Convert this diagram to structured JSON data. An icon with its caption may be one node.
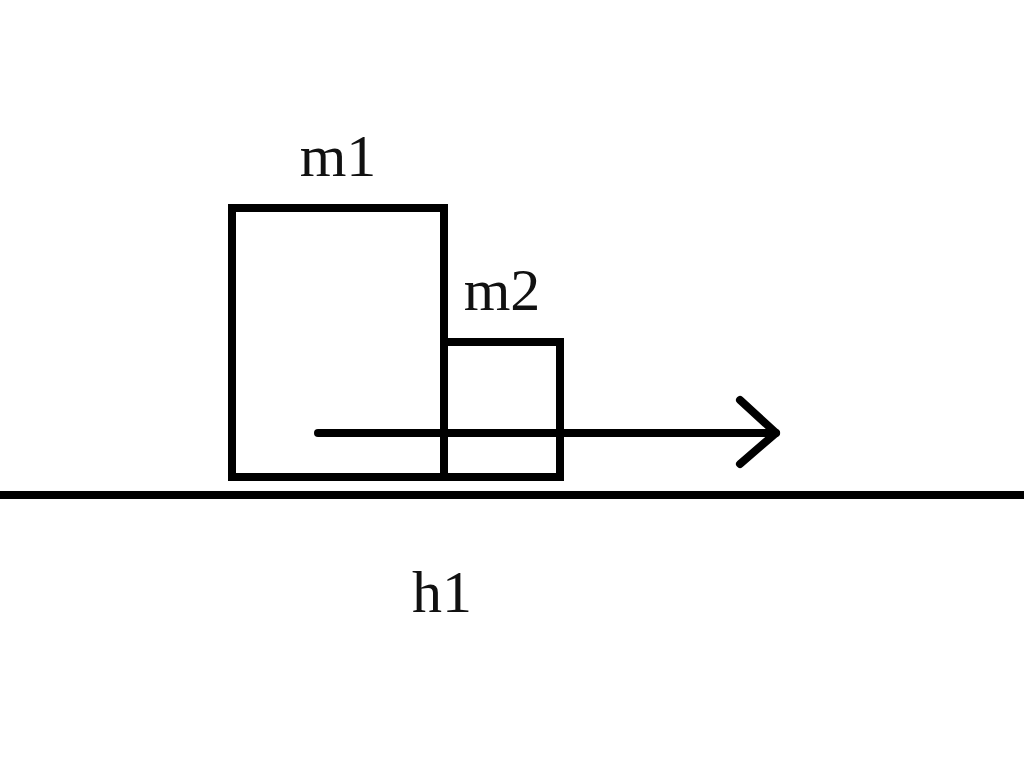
{
  "diagram": {
    "nodes": [
      {
        "text": [
          "m1"
        ]
      },
      {
        "text": [
          "m2"
        ]
      }
    ],
    "labels": [
      "h1"
    ]
  }
}
